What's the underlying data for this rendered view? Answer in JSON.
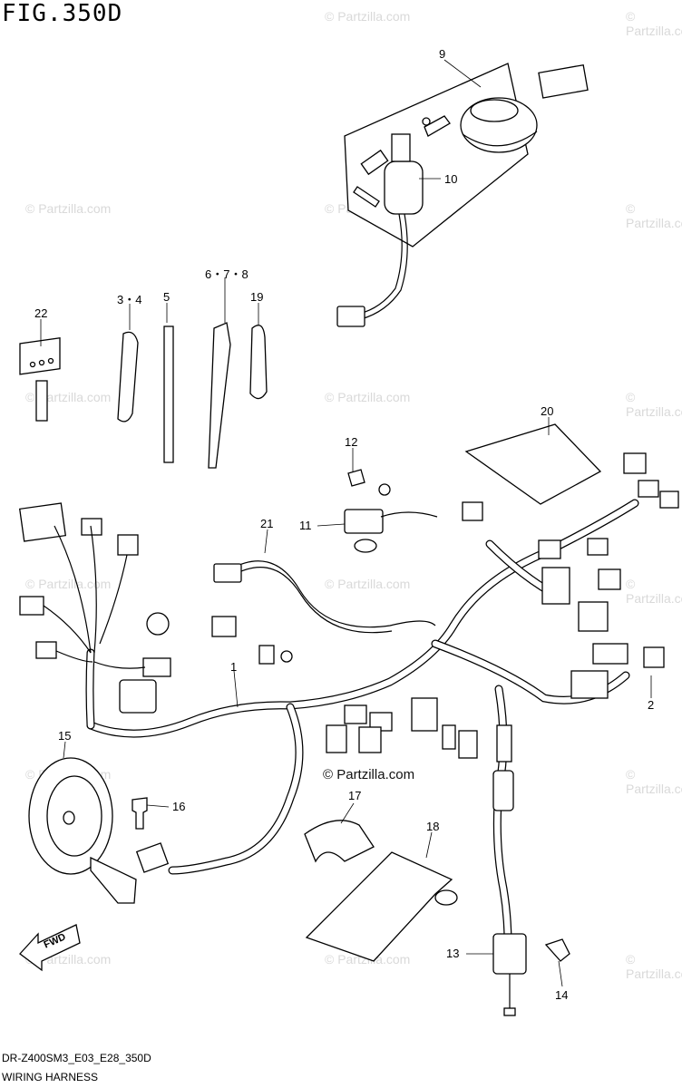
{
  "title": "FIG.350D",
  "footer": {
    "model_code": "DR-Z400SM3_E03_E28_350D",
    "section_name": "WIRING HARNESS"
  },
  "watermark": {
    "text": "© Partzilla.com",
    "main": "© Partzilla.com"
  },
  "callouts": {
    "c1": "1",
    "c2": "2",
    "c34": "3・4",
    "c5": "5",
    "c678": "6・7・8",
    "c9": "9",
    "c10": "10",
    "c11": "11",
    "c12": "12",
    "c13": "13",
    "c14": "14",
    "c15": "15",
    "c16": "16",
    "c17": "17",
    "c18": "18",
    "c19": "19",
    "c20": "20",
    "c21": "21",
    "c22": "22"
  },
  "fwd_label": "FWD"
}
